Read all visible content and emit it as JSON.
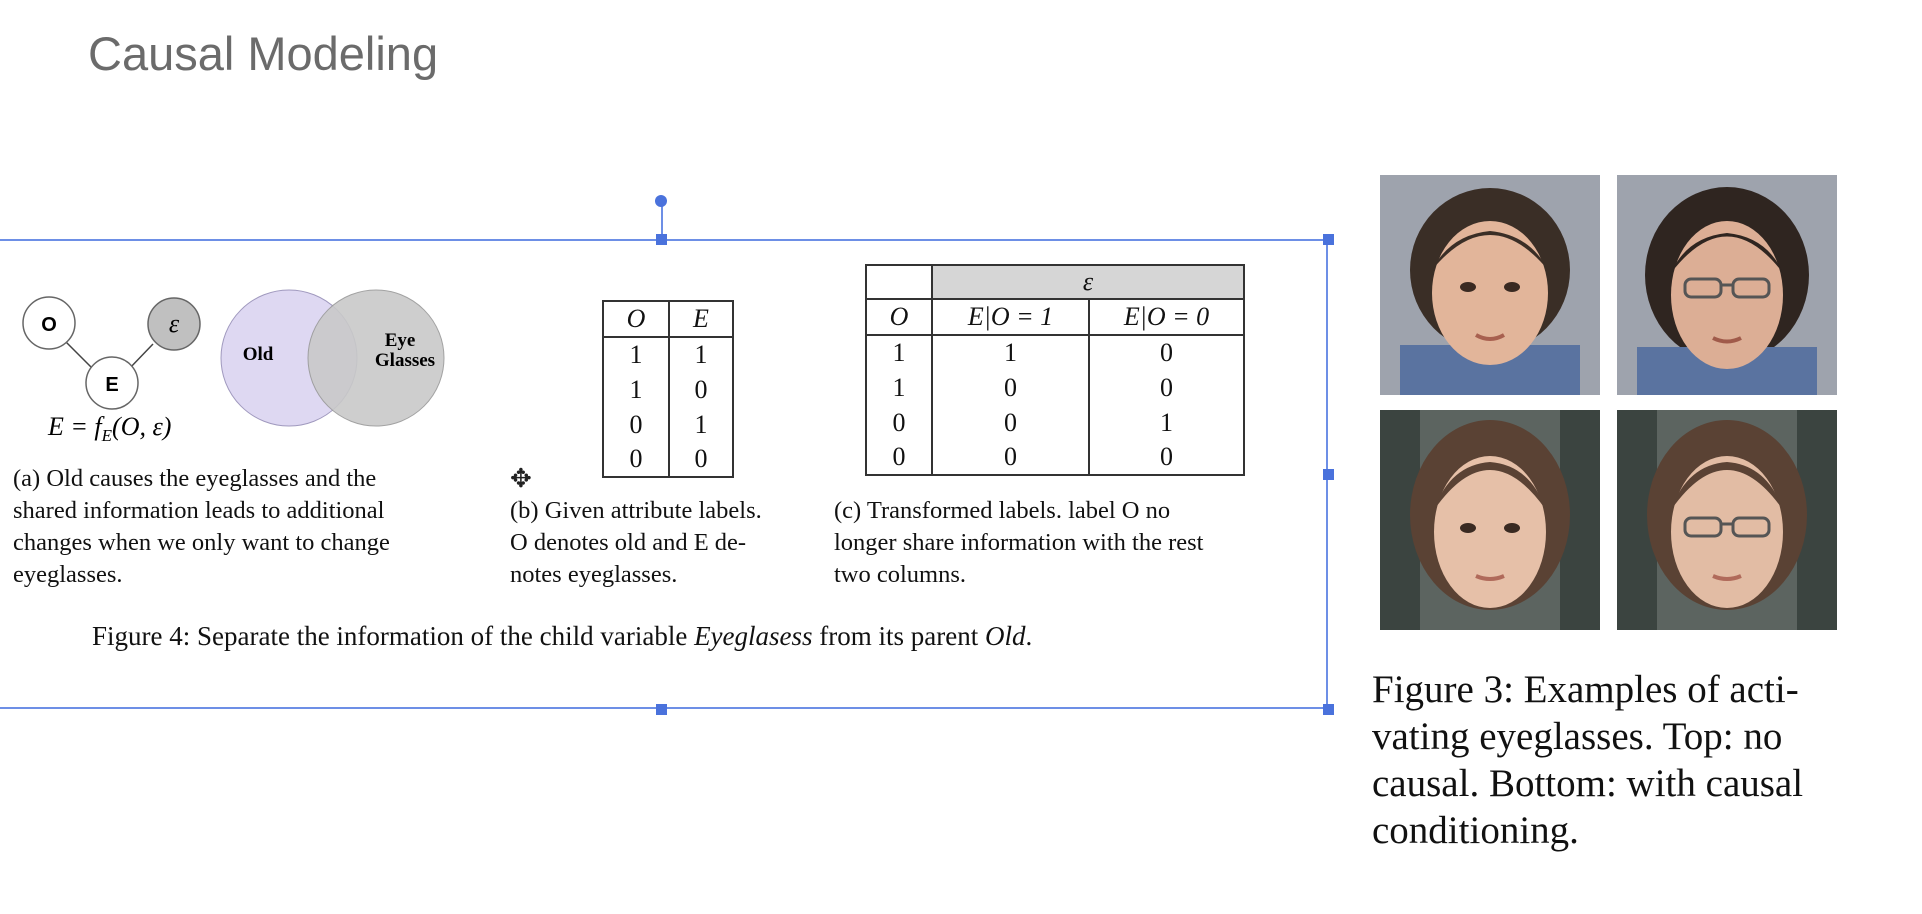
{
  "slide": {
    "title": "Causal Modeling"
  },
  "fig4": {
    "diagram": {
      "node_o": "O",
      "node_e": "E",
      "node_eps": "ε",
      "equation_lhs": "E = f",
      "equation_sub": "E",
      "equation_rhs": "(O, ε)",
      "venn_left": "Old",
      "venn_right_1": "Eye",
      "venn_right_2": "Glasses"
    },
    "caption_a": [
      "(a) Old causes the eyeglasses and the",
      "shared information leads to additional",
      "changes when we only want to change",
      "eyeglasses."
    ],
    "table_b": {
      "headers": [
        "O",
        "E"
      ],
      "rows": [
        [
          "1",
          "1"
        ],
        [
          "1",
          "0"
        ],
        [
          "0",
          "1"
        ],
        [
          "0",
          "0"
        ]
      ]
    },
    "caption_b": [
      "(b) Given attribute labels.",
      "O denotes old and E de-",
      "notes eyeglasses."
    ],
    "table_c": {
      "group_header": "ε",
      "headers": [
        "O",
        "E|O = 1",
        "E|O = 0"
      ],
      "rows": [
        [
          "1",
          "1",
          "0"
        ],
        [
          "1",
          "0",
          "0"
        ],
        [
          "0",
          "0",
          "1"
        ],
        [
          "0",
          "0",
          "0"
        ]
      ]
    },
    "caption_c": [
      "(c) Transformed labels.  label O no",
      "longer share information with the rest",
      "two columns."
    ],
    "caption_prefix": "Figure 4: Separate the information of the child variable ",
    "caption_italic_1": "Eyeglasess",
    "caption_middle": " from its parent ",
    "caption_italic_2": "Old",
    "caption_suffix": "."
  },
  "fig3": {
    "caption": [
      "Figure 3: Examples of acti-",
      "vating eyeglasses.  Top: no",
      "causal. Bottom: with causal",
      "conditioning."
    ]
  },
  "icons": {
    "move_cursor": "move-cursor-icon",
    "rotate_handle": "rotate-handle-icon"
  },
  "colors": {
    "selection": "#4a72dc",
    "venn_left": "#ddd6f2",
    "venn_right": "#c9c9c9",
    "eps_node": "#c0c0c0"
  }
}
